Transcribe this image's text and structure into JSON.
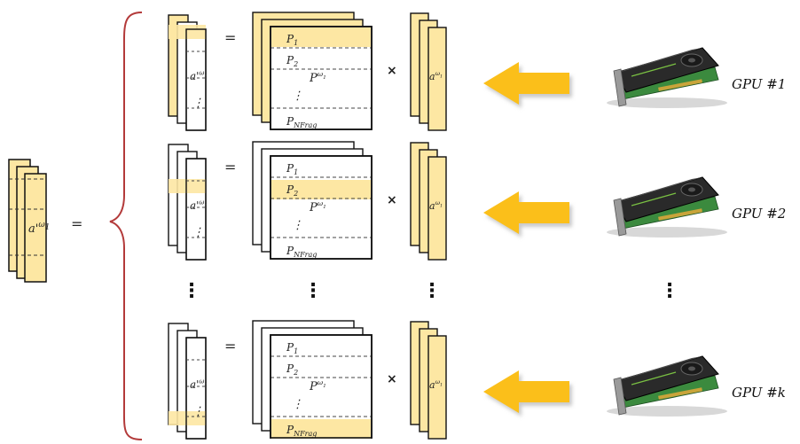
{
  "colors": {
    "panel_fill": "#fde7a3",
    "stroke": "#111111",
    "arrow_fill": "#fbbf1a",
    "arrow_shadow": "#c9c9c9",
    "brace": "#b33a3a",
    "gpu_body": "#2a2a2a",
    "gpu_pcb": "#3b8a3e"
  },
  "lhs": {
    "result_label": "a'",
    "result_sup": "ω",
    "result_sub": "1",
    "equals": "="
  },
  "operators": {
    "equals": "=",
    "times": "×"
  },
  "matrix": {
    "label": "P",
    "sup": "ω",
    "sub": "1",
    "rows": [
      {
        "name": "P",
        "sub": "1"
      },
      {
        "name": "P",
        "sub": "2"
      },
      {
        "name": "P",
        "sub": "NFrag"
      }
    ]
  },
  "vector": {
    "label": "a",
    "sup": "ω",
    "sub": "1"
  },
  "ellipsis": "⋮",
  "gpus": [
    {
      "label": "GPU #1",
      "highlight_row": 0
    },
    {
      "label": "GPU #2",
      "highlight_row": 1
    },
    {
      "label": "GPU #k",
      "highlight_row": 2
    }
  ]
}
